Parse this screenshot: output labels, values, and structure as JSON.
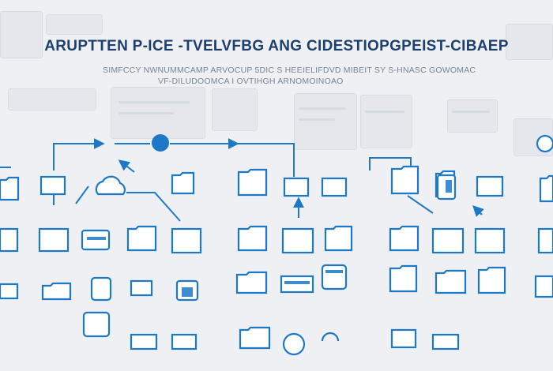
{
  "header": {
    "title": "ARUPTTEN P-ICE -TVELVFBG ANG CIDESTIOPGPEIST-CIBAEP",
    "subtitle_line1": "SIMFCCY NWNUMMCAMP ARVOCUP 5DIC S HEEIELIFDVD MIBEIT SY S-HNASC GOWOMAC",
    "subtitle_line2": "VF-DILUDOOMCA I OVTIHGH ARNOMOINOAO"
  },
  "diagram": {
    "accent_color": "#1d79c8",
    "node_fill": "#ffffff",
    "hub_node_color": "#1d79c8",
    "icon_kinds": [
      "folder-icon",
      "window-icon",
      "cloud-icon",
      "printer-icon",
      "drive-icon",
      "monitor-icon",
      "sync-icon"
    ]
  }
}
